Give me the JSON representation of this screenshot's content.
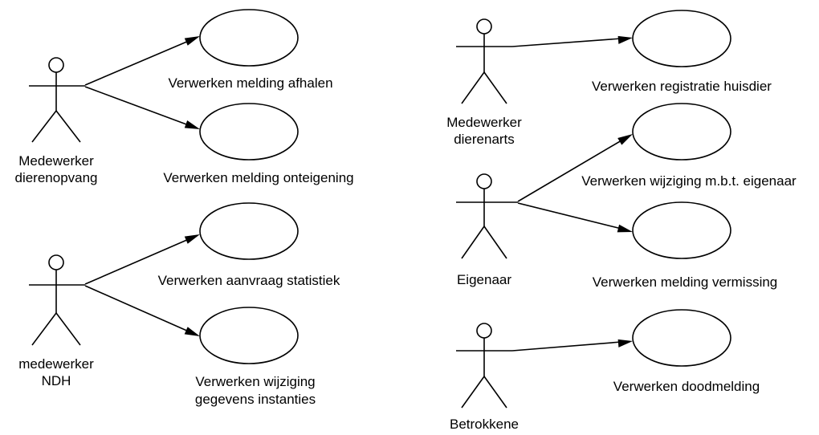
{
  "diagram": {
    "actors": [
      {
        "id": "dierenopvang",
        "lines": [
          "Medewerker",
          "dierenopvang"
        ]
      },
      {
        "id": "ndh",
        "lines": [
          "medewerker",
          "NDH"
        ]
      },
      {
        "id": "dierenarts",
        "lines": [
          "Medewerker",
          "dierenarts"
        ]
      },
      {
        "id": "eigenaar",
        "lines": [
          "Eigenaar"
        ]
      },
      {
        "id": "betrokkene",
        "lines": [
          "Betrokkene"
        ]
      }
    ],
    "use_cases": [
      {
        "id": "afhalen",
        "lines": [
          "Verwerken melding afhalen"
        ]
      },
      {
        "id": "onteigening",
        "lines": [
          "Verwerken melding onteigening"
        ]
      },
      {
        "id": "statistiek",
        "lines": [
          "Verwerken aanvraag statistiek"
        ]
      },
      {
        "id": "instanties",
        "lines": [
          "Verwerken wijziging",
          "gegevens instanties"
        ]
      },
      {
        "id": "registratie",
        "lines": [
          "Verwerken registratie huisdier"
        ]
      },
      {
        "id": "eigenaar_wijziging",
        "lines": [
          "Verwerken wijziging m.b.t. eigenaar"
        ]
      },
      {
        "id": "vermissing",
        "lines": [
          "Verwerken melding vermissing"
        ]
      },
      {
        "id": "doodmelding",
        "lines": [
          "Verwerken doodmelding"
        ]
      }
    ],
    "associations": [
      {
        "from": "dierenopvang",
        "to": "afhalen"
      },
      {
        "from": "dierenopvang",
        "to": "onteigening"
      },
      {
        "from": "ndh",
        "to": "statistiek"
      },
      {
        "from": "ndh",
        "to": "instanties"
      },
      {
        "from": "dierenarts",
        "to": "registratie"
      },
      {
        "from": "eigenaar",
        "to": "eigenaar_wijziging"
      },
      {
        "from": "eigenaar",
        "to": "vermissing"
      },
      {
        "from": "betrokkene",
        "to": "doodmelding"
      }
    ]
  }
}
